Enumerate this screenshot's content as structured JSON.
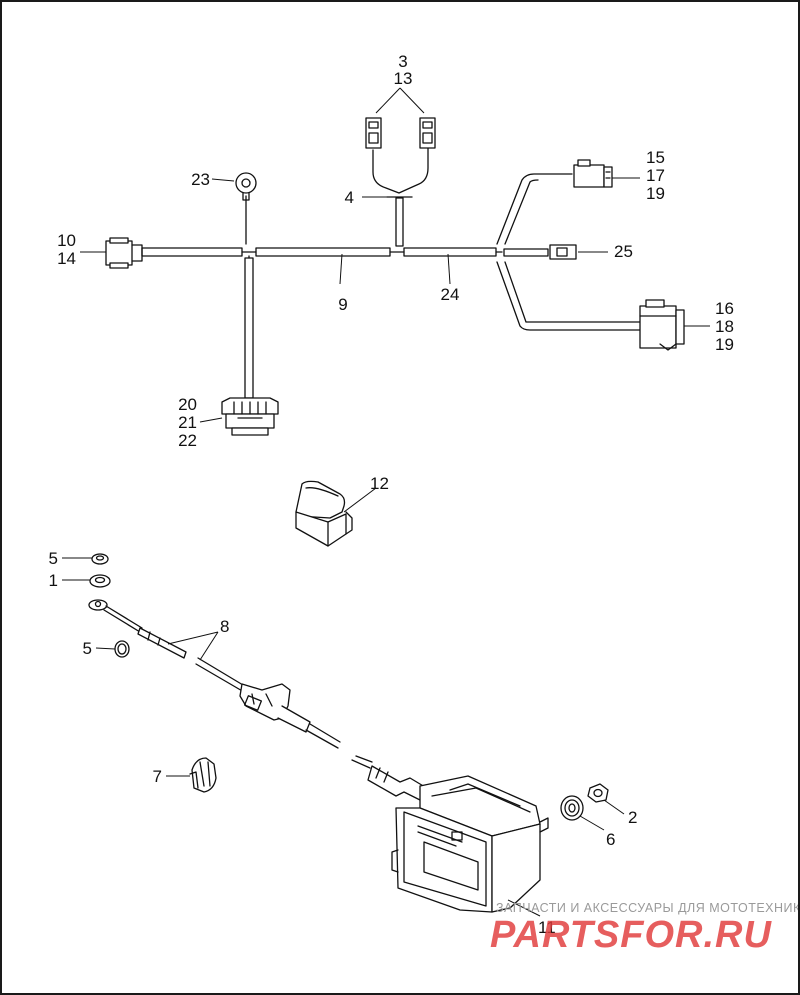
{
  "callouts": {
    "c1": "1",
    "c2": "2",
    "c3": "3",
    "c4": "4",
    "c5a": "5",
    "c5b": "5",
    "c6": "6",
    "c7": "7",
    "c8": "8",
    "c9": "9",
    "c10": "10",
    "c11": "11",
    "c12": "12",
    "c13": "13",
    "c14": "14",
    "c15": "15",
    "c16": "16",
    "c17": "17",
    "c18a": "18",
    "c19a": "19",
    "c19b": "19",
    "c20": "20",
    "c21": "21",
    "c22": "22",
    "c23": "23",
    "c24": "24",
    "c25": "25"
  },
  "watermark": {
    "tagline": "ЗАПЧАСТИ И АКСЕССУАРЫ ДЛЯ МОТОТЕХНИКИ",
    "brand": "PARTSFOR.RU",
    "tagline_color": "#9a9a9a",
    "brand_color": "#e03a3a"
  }
}
